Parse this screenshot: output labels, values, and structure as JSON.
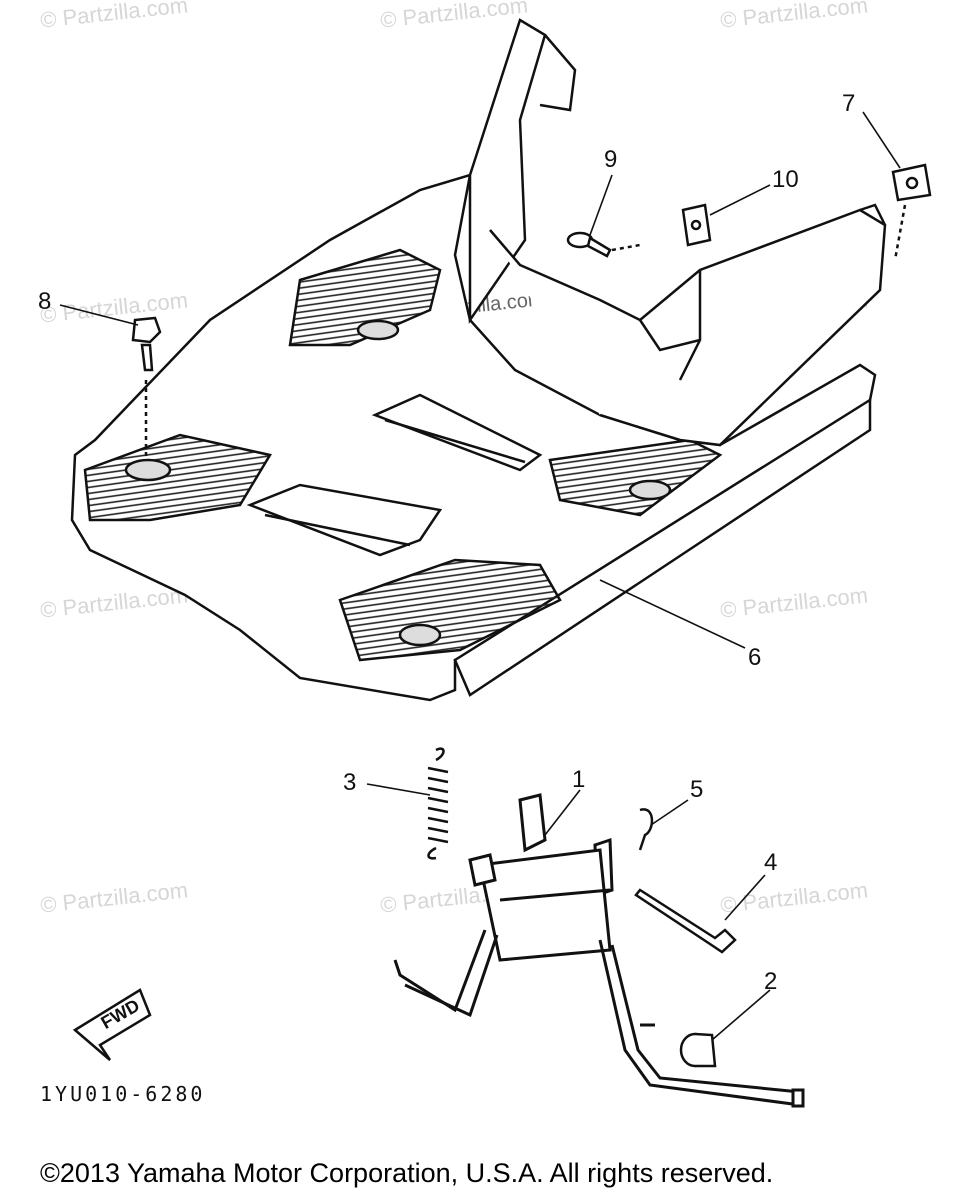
{
  "watermark": "© Partzilla.com",
  "diagram_code": "1YU010-6280",
  "copyright": "©2013 Yamaha Motor Corporation, U.S.A. All rights reserved.",
  "fwd_label": "FWD",
  "callouts": [
    "1",
    "2",
    "3",
    "4",
    "5",
    "6",
    "7",
    "8",
    "9",
    "10"
  ]
}
